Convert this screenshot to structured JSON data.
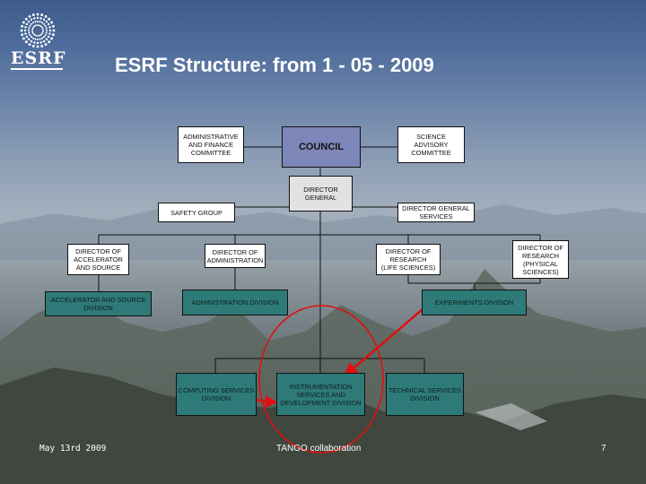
{
  "logo": {
    "text": "ESRF"
  },
  "title": "ESRF Structure: from 1 - 05 - 2009",
  "boxes": {
    "admin_finance": "ADMINISTRATIVE\nAND FINANCE\nCOMMITTEE",
    "council": "COUNCIL",
    "science_advisory": "SCIENCE\nADVISORY\nCOMMITTEE",
    "director_general": "DIRECTOR\nGENERAL",
    "safety_group": "SAFETY GROUP",
    "dg_services": "DIRECTOR GENERAL\nSERVICES",
    "dir_accelerator": "DIRECTOR OF\nACCELERATOR\nAND SOURCE",
    "dir_administration": "DIRECTOR OF\nADMINISTRATION",
    "dir_research_life": "DIRECTOR OF\nRESEARCH\n(LIFE SCIENCES)",
    "dir_research_physical": "DIRECTOR OF\nRESEARCH\n(PHYSICAL\nSCIENCES)",
    "accelerator_division": "ACCELERATOR AND SOURCE\nDIVISION",
    "administration_division": "ADMINISTRATION DIVISION",
    "experiments_division": "EXPERIMENTS DIVISION",
    "computing_division": "COMPUTING SERVICES\nDIVISION",
    "instrumentation_division": "INSTRUMENTATION\nSERVICES AND\nDEVELOPMENT DIVISION",
    "technical_division": "TECHNICAL SERVICES\nDIVISION"
  },
  "footer": {
    "date": "May 13rd  2009",
    "center": "TANGO collaboration",
    "page": "7"
  },
  "colors": {
    "council": "#7d86b8",
    "division": "#2e7a78",
    "highlight": "#e01010"
  }
}
